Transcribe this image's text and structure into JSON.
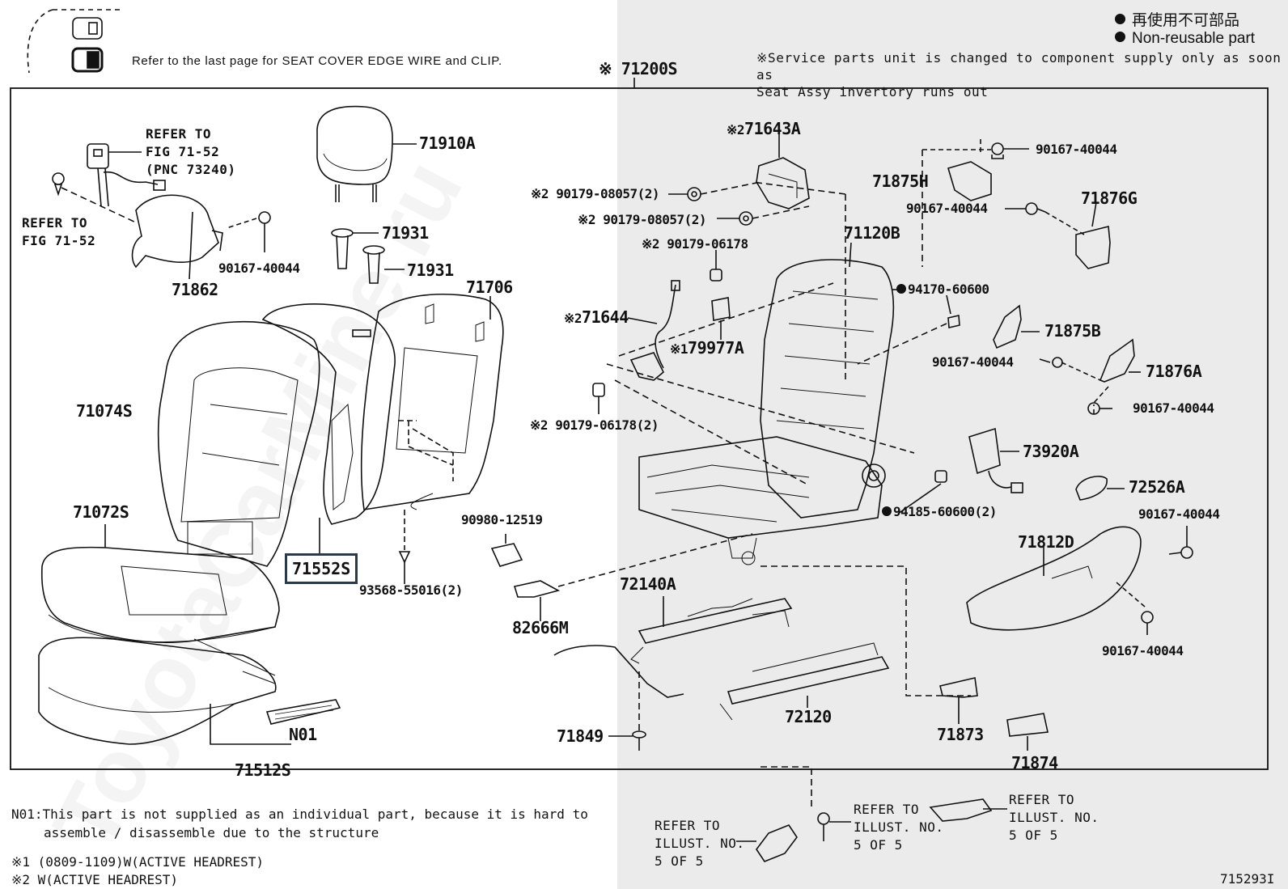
{
  "header": {
    "clip_note": "Refer to the last page for SEAT COVER EDGE WIRE and CLIP.",
    "main_assembly": "※ 71200S",
    "legend_jp": "再使用不可部品",
    "legend_en": "Non-reusable part",
    "service_note_line1": "※Service parts unit is changed to component supply only as soon as",
    "service_note_line2": "Seat Assy invertory runs out"
  },
  "watermark": "ToyotaCarMine.ru",
  "callouts": {
    "refer_fig_7152_pnc": [
      "REFER TO",
      "FIG 71-52",
      "(PNC 73240)"
    ],
    "refer_fig_7152": [
      "REFER TO",
      "FIG 71-52"
    ],
    "refer_illust_a": [
      "REFER TO",
      "ILLUST. NO.",
      "5 OF 5"
    ],
    "refer_illust_b": [
      "REFER TO",
      "ILLUST. NO.",
      "5 OF 5"
    ],
    "refer_illust_c": [
      "REFER TO",
      "ILLUST. NO.",
      "5 OF 5"
    ]
  },
  "parts": {
    "p71910A": "71910A",
    "p71931a": "71931",
    "p71931b": "71931",
    "p71862": "71862",
    "p90167_a": "90167-40044",
    "p71706": "71706",
    "p71074S": "71074S",
    "p71072S": "71072S",
    "p71552S": "71552S",
    "p71512S": "71512S",
    "pN01": "N01",
    "p93568": "93568-55016(2)",
    "p90980": "90980-12519",
    "p82666M": "82666M",
    "p71643A": "71643A",
    "p71643A_mark": "※2",
    "p90179_08057_a": "90179-08057(2)",
    "p90179_08057_a_mark": "※2",
    "p90179_08057_b": "90179-08057(2)",
    "p90179_08057_b_mark": "※2",
    "p90179_06178": "90179-06178",
    "p90179_06178_mark": "※2",
    "p71644": "71644",
    "p71644_mark": "※2",
    "p79977A": "79977A",
    "p79977A_mark": "※1",
    "p90179_06178_2": "90179-06178(2)",
    "p90179_06178_2_mark": "※2",
    "p71120B": "71120B",
    "p94170": "94170-60600",
    "p90167_b": "90167-40044",
    "p71875H": "71875H",
    "p90167_c": "90167-40044",
    "p71876G": "71876G",
    "p71875B": "71875B",
    "p90167_d": "90167-40044",
    "p71876A": "71876A",
    "p90167_e": "90167-40044",
    "p73920A": "73920A",
    "p72526A": "72526A",
    "p94185": "94185-60600(2)",
    "p90167_f": "90167-40044",
    "p71812D": "71812D",
    "p90167_g": "90167-40044",
    "p72140A": "72140A",
    "p72120": "72120",
    "p71849": "71849",
    "p71873": "71873",
    "p71874": "71874"
  },
  "notes": {
    "n01_line1": "N01:This part is not supplied as an individual part, because it is hard to",
    "n01_line2": "assemble / disassemble due to the structure",
    "mark1": "※1 (0809-1109)W(ACTIVE HEADREST)",
    "mark2": "※2 W(ACTIVE HEADREST)"
  },
  "figure_id": "715293I",
  "colors": {
    "ink": "#111111",
    "shade": "#ebebeb",
    "highlight_border": "#2a3a4a"
  }
}
